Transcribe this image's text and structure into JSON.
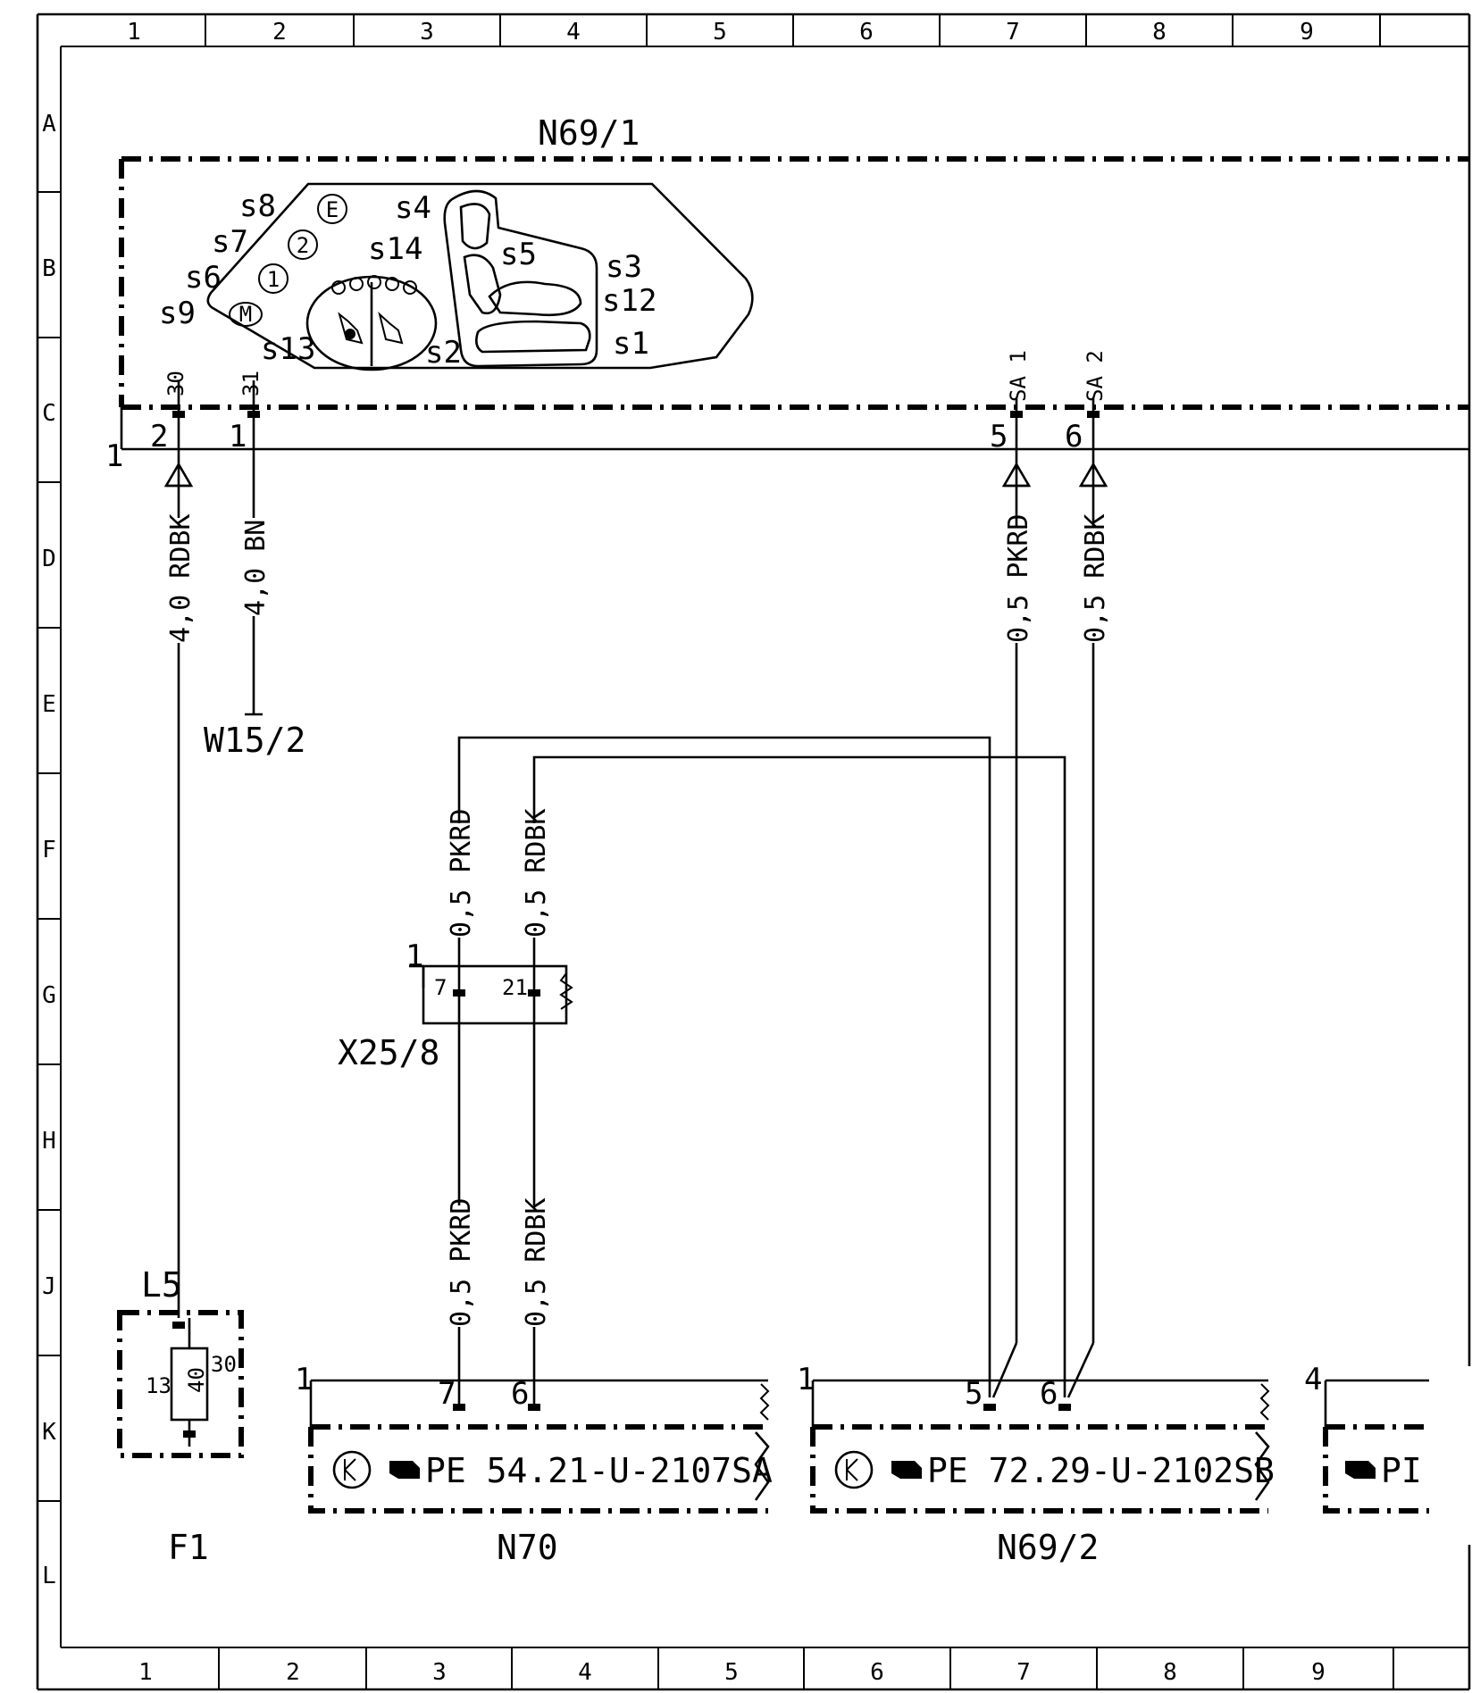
{
  "grid": {
    "columns": [
      "1",
      "2",
      "3",
      "4",
      "5",
      "6",
      "7",
      "8",
      "9"
    ],
    "rows": [
      "A",
      "B",
      "C",
      "D",
      "E",
      "F",
      "G",
      "H",
      "J",
      "K",
      "L"
    ]
  },
  "components": {
    "n69_1": "N69/1",
    "w15_2": "W15/2",
    "x25_8": "X25/8",
    "l5": "L5",
    "f1": "F1",
    "n70": "N70",
    "n69_2": "N69/2"
  },
  "switch_panel": {
    "labels": [
      "s8",
      "s7",
      "s6",
      "s9",
      "s13",
      "s14",
      "s2",
      "s4",
      "s5",
      "s3",
      "s12",
      "s1"
    ],
    "buttons": [
      "E",
      "2",
      "1",
      "M"
    ]
  },
  "n69_1_pins": {
    "p30": {
      "num": "2",
      "name": "30"
    },
    "p31": {
      "num": "1",
      "name": "31"
    },
    "sa1": {
      "num": "5",
      "name": "SA 1"
    },
    "sa2": {
      "num": "6",
      "name": "SA 2"
    },
    "ground": "1"
  },
  "wires": {
    "w1": "4,0 RDBK",
    "w2": "4,0 BN",
    "w3": "0,5 PKRD",
    "w4": "0,5 RDBK",
    "w5": "0,5 PKRD",
    "w6": "0,5 RDBK",
    "w7": "0,5 PKRD",
    "w8": "0,5 RDBK"
  },
  "x25_8_pins": {
    "conn": "1",
    "p7": "7",
    "p21": "21"
  },
  "fuse": {
    "rating": "40",
    "left": "13",
    "right": "30"
  },
  "n70_box": {
    "conn": "1",
    "p7": "7",
    "p6": "6",
    "ref": "PE  54.21-U-2107SA"
  },
  "n69_2_box": {
    "conn": "1",
    "p5": "5",
    "p6": "6",
    "ref": "PE  72.29-U-2102SB"
  },
  "right_box": {
    "conn": "4",
    "ref": "PI"
  }
}
